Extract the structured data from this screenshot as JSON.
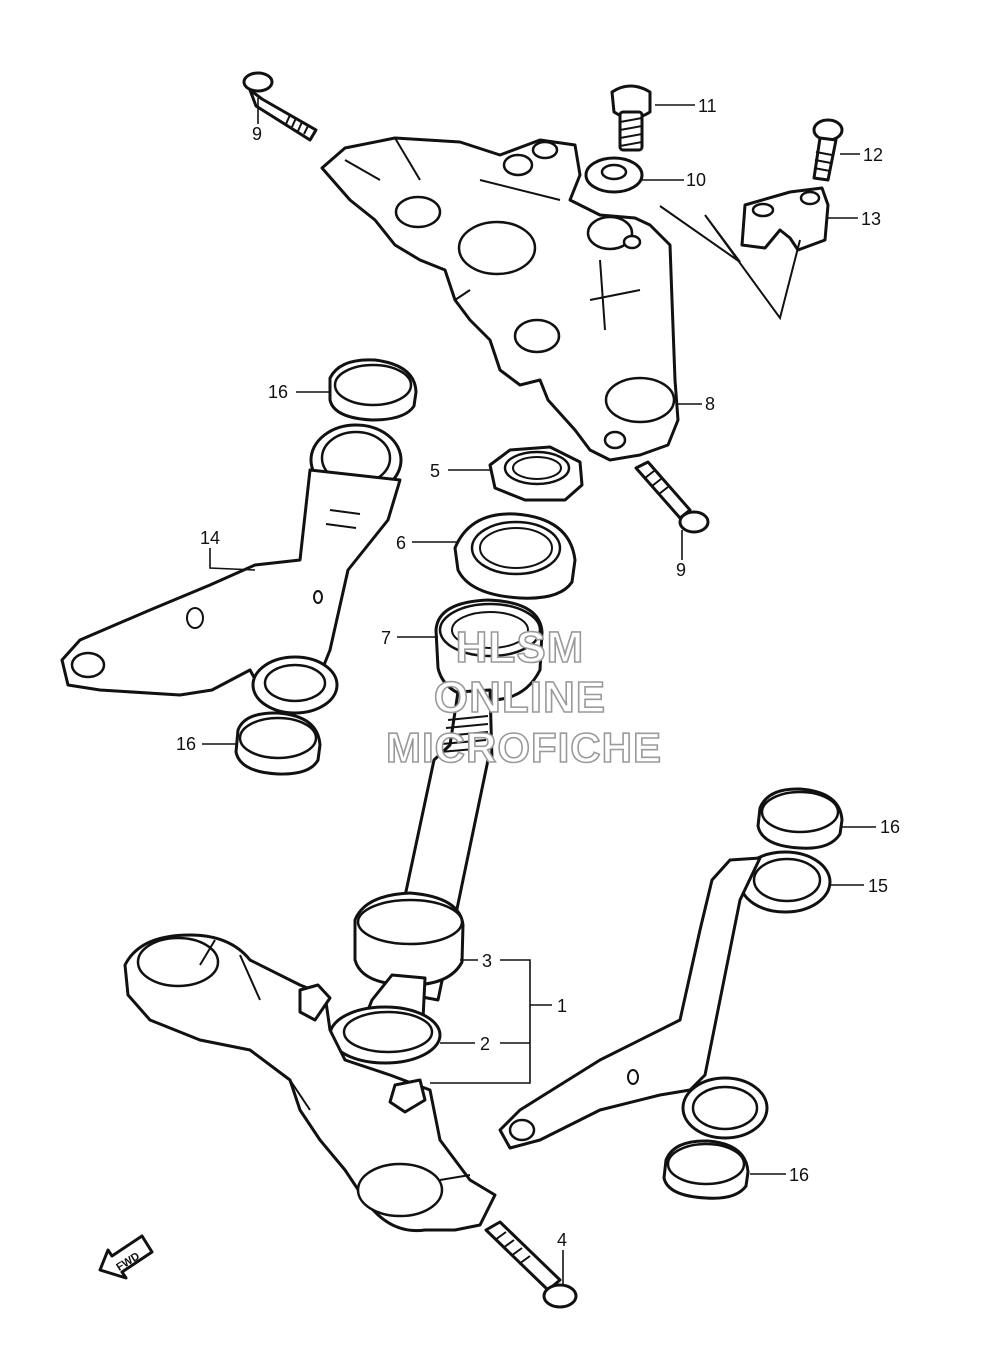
{
  "diagram": {
    "callouts": {
      "c1": "1",
      "c2": "2",
      "c3": "3",
      "c4": "4",
      "c5": "5",
      "c6": "6",
      "c7": "7",
      "c8": "8",
      "c9a": "9",
      "c9b": "9",
      "c10": "10",
      "c11": "11",
      "c12": "12",
      "c13": "13",
      "c14": "14",
      "c15": "15",
      "c16a": "16",
      "c16b": "16",
      "c16c": "16",
      "c16d": "16"
    },
    "watermark": {
      "line1": "HLSM",
      "line2": "ONLINE",
      "line3": "MICROFICHE"
    },
    "fwd_label": "FWD"
  }
}
